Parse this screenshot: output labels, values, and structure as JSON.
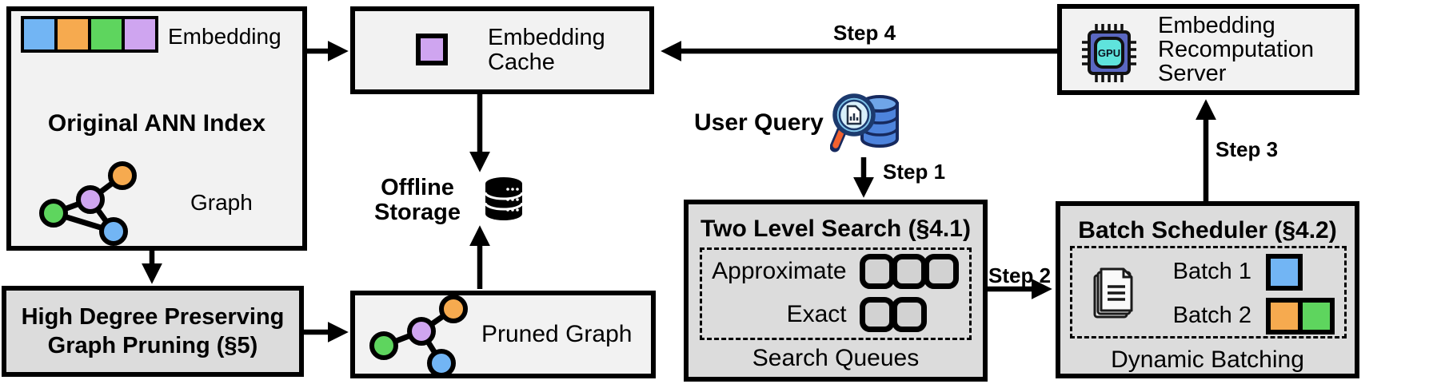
{
  "colors": {
    "blue": "#72B5F4",
    "orange": "#F6AA4F",
    "green": "#5ED55E",
    "purple": "#CFA5F0",
    "box_light": "#F2F2F2",
    "box_dark": "#DCDCDC",
    "slot_fill": "#D2D2D2",
    "line": "#000000"
  },
  "original_index": {
    "title": "Original ANN Index",
    "embedding_label": "Embedding",
    "graph_label": "Graph"
  },
  "graph_pruning": {
    "title": "High Degree Preserving\nGraph Pruning (§5)"
  },
  "embedding_cache": {
    "title": "Embedding\nCache"
  },
  "offline_storage": {
    "label": "Offline\nStorage"
  },
  "pruned_graph": {
    "label": "Pruned Graph"
  },
  "user_query": {
    "label": "User Query"
  },
  "two_level_search": {
    "title": "Two Level Search (§4.1)",
    "approximate_label": "Approximate",
    "exact_label": "Exact",
    "caption": "Search Queues"
  },
  "batch_scheduler": {
    "title": "Batch Scheduler (§4.2)",
    "batch1_label": "Batch 1",
    "batch2_label": "Batch 2",
    "caption": "Dynamic Batching"
  },
  "recomputation_server": {
    "title": "Embedding\nRecomputation\nServer",
    "chip_label": "GPU"
  },
  "steps": {
    "step1": "Step 1",
    "step2": "Step 2",
    "step3": "Step 3",
    "step4": "Step 4"
  }
}
